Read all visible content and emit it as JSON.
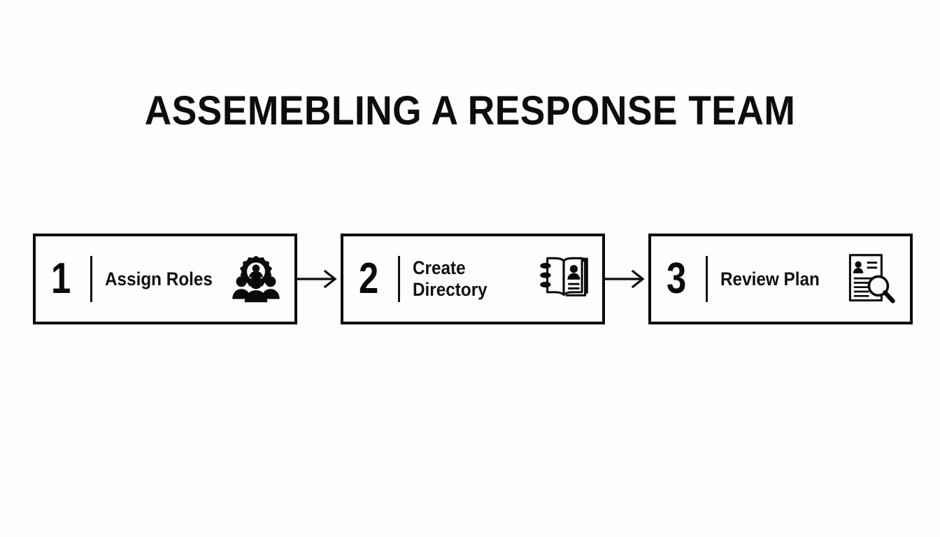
{
  "slide": {
    "title": "ASSEMEBLING A RESPONSE TEAM",
    "background_color": "#fdfefe",
    "ink_color": "#0a0a0a"
  },
  "process": {
    "steps": [
      {
        "number": "1",
        "label": "Assign Roles",
        "icon": "people-gear-icon"
      },
      {
        "number": "2",
        "label": "Create\nDirectory",
        "icon": "address-book-icon"
      },
      {
        "number": "3",
        "label": "Review Plan",
        "icon": "document-search-icon"
      }
    ],
    "connectors": [
      {
        "icon": "arrow-right-icon"
      },
      {
        "icon": "arrow-right-icon"
      }
    ]
  }
}
